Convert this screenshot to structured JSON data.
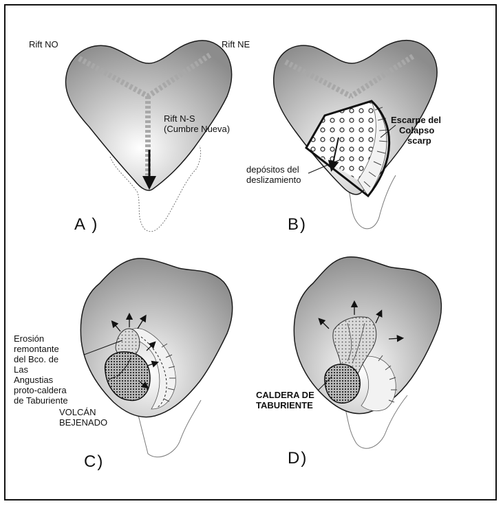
{
  "panels": {
    "a": {
      "letter": "A )",
      "rift_no": "Rift NO",
      "rift_ne": "Rift NE",
      "rift_ns": "Rift N-S",
      "rift_ns_sub": "(Cumbre Nueva)"
    },
    "b": {
      "letter": "B)",
      "escarpe": "Escarpe del",
      "colapso": "Colapso",
      "scarp": "scarp",
      "depositos_1": "depósitos del",
      "depositos_2": "deslizamiento"
    },
    "c": {
      "letter": "C)",
      "erosion_1": "Erosión",
      "erosion_2": "remontante",
      "erosion_3": "del Bco. de",
      "erosion_4": "Las",
      "erosion_5": "Angustias",
      "proto_1": "proto-caldera",
      "proto_2": "de Taburiente",
      "volcan_1": "VOLCÁN",
      "volcan_2": "BEJENADO"
    },
    "d": {
      "letter": "D)",
      "caldera_1": "CALDERA DE",
      "caldera_2": "TABURIENTE"
    }
  },
  "colors": {
    "island_light": "#f4f4f4",
    "island_dark": "#8a8a8a",
    "rift_stripe": "#a8a8a8",
    "outline": "#1a1a1a"
  }
}
